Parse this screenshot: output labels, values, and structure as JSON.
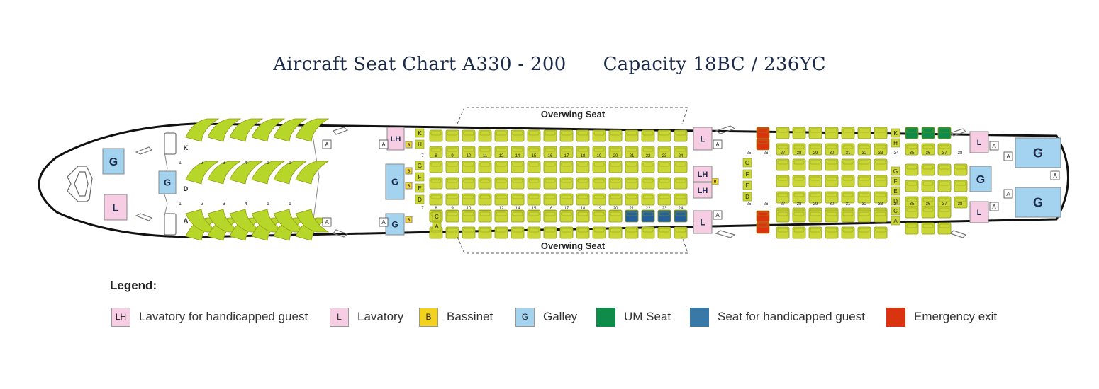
{
  "header": {
    "title": "Aircraft Seat Chart A330 - 200",
    "capacity": "Capacity  18BC / 236YC"
  },
  "overwing": {
    "top": "Overwing Seat",
    "bottom": "Overwing Seat"
  },
  "business": {
    "letters": [
      "K",
      "D",
      "A"
    ],
    "rows": [
      "1",
      "2",
      "3",
      "4",
      "5",
      "6"
    ]
  },
  "economy_front": {
    "top_letters": [
      "K",
      "H"
    ],
    "mid_letters": [
      "G",
      "F",
      "E",
      "D"
    ],
    "bottom_letters": [
      "C",
      "A"
    ],
    "rows_top": [
      "7",
      "8",
      "9",
      "10",
      "11",
      "12",
      "14",
      "15",
      "16",
      "17",
      "18",
      "19",
      "20",
      "21",
      "22",
      "23",
      "24"
    ],
    "rows_mid": [
      "7",
      "8",
      "9",
      "10",
      "11",
      "12",
      "14",
      "15",
      "16",
      "17",
      "18",
      "19",
      "20",
      "21",
      "22",
      "23",
      "24"
    ]
  },
  "economy_rear": {
    "exit_top_letters": [
      "K",
      "H"
    ],
    "mid_letters": [
      "G",
      "F",
      "E",
      "D"
    ],
    "exit_bottom_letters": [
      "C",
      "A"
    ],
    "rows_top": [
      "25",
      "26",
      "27",
      "28",
      "29",
      "30",
      "31",
      "32",
      "33",
      "34",
      "35",
      "36",
      "37",
      "38"
    ],
    "rows_mid": [
      "25",
      "26",
      "27",
      "28",
      "29",
      "30",
      "31",
      "32",
      "33",
      "34",
      "35",
      "36",
      "37",
      "38"
    ]
  },
  "facilities": {
    "galley": "G",
    "lavatory": "L",
    "handicapped_lavatory": "LH",
    "bassinet": "B",
    "aisle_seat": "A"
  },
  "legend": {
    "title": "Legend:",
    "items": [
      {
        "code": "LH",
        "label": "Lavatory for handicapped guest",
        "color": "#f7cde3"
      },
      {
        "code": "L",
        "label": "Lavatory",
        "color": "#f7cde3"
      },
      {
        "code": "B",
        "label": "Bassinet",
        "color": "#f2d21e"
      },
      {
        "code": "G",
        "label": "Galley",
        "color": "#a3d3ef"
      },
      {
        "code": "",
        "label": "UM Seat",
        "color": "#0f8c4a"
      },
      {
        "code": "",
        "label": "Seat for handicapped guest",
        "color": "#3979a8"
      },
      {
        "code": "",
        "label": "Emergency exit",
        "color": "#d9340f"
      }
    ]
  },
  "colors": {
    "seat": "#c9d635",
    "seat_edge": "#8f9a14",
    "business_seat": "#b7d62a",
    "um": "#0f8c4a",
    "handicapped": "#245f9b",
    "exit": "#d9340f",
    "lav": "#f7cde3",
    "galley": "#a3d3ef",
    "bassinet": "#f2d21e",
    "navy": "#1c2b4a"
  }
}
